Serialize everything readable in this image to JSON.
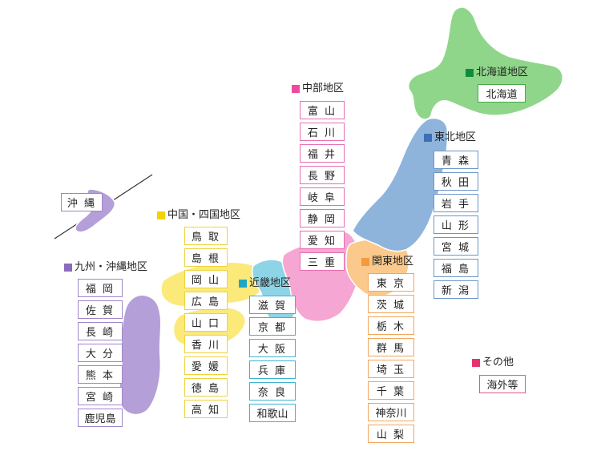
{
  "regions": {
    "hokkaido": {
      "label": "北海道地区",
      "color": "#0e8c3c",
      "fill": "#8fd68a",
      "border": "#49a84a",
      "prefs": [
        "北海道"
      ]
    },
    "tohoku": {
      "label": "東北地区",
      "color": "#3b6fb6",
      "fill": "#8fb4dc",
      "border": "#6c96c9",
      "prefs": [
        "青 森",
        "秋 田",
        "岩 手",
        "山 形",
        "宮 城",
        "福 島",
        "新 潟"
      ]
    },
    "chubu": {
      "label": "中部地区",
      "color": "#ee4b9c",
      "fill": "#f6a6d2",
      "border": "#e66fb2",
      "prefs": [
        "富 山",
        "石 川",
        "福 井",
        "長 野",
        "岐 阜",
        "静 岡",
        "愛 知",
        "三 重"
      ]
    },
    "kanto": {
      "label": "関東地区",
      "color": "#f39a3c",
      "fill": "#fbc98c",
      "border": "#f2a65b",
      "prefs": [
        "東 京",
        "茨 城",
        "栃 木",
        "群 馬",
        "埼 玉",
        "千 葉",
        "神奈川",
        "山 梨"
      ]
    },
    "kinki": {
      "label": "近畿地区",
      "color": "#1fa6c6",
      "fill": "#8dd4e6",
      "border": "#3fb2cf",
      "prefs": [
        "滋 賀",
        "京 都",
        "大 阪",
        "兵 庫",
        "奈 良",
        "和歌山"
      ]
    },
    "chugoku": {
      "label": "中国・四国地区",
      "color": "#f3d200",
      "fill": "#fbe97a",
      "border": "#eed23f",
      "prefs": [
        "鳥 取",
        "島 根",
        "岡 山",
        "広 島",
        "山 口",
        "香 川",
        "愛 媛",
        "徳 島",
        "高 知"
      ]
    },
    "kyushu": {
      "label": "九州・沖縄地区",
      "color": "#8a6bbd",
      "fill": "#b59fd8",
      "border": "#9f86c8",
      "prefs": [
        "福 岡",
        "佐 賀",
        "長 崎",
        "大 分",
        "熊 本",
        "宮 崎",
        "鹿児島"
      ]
    },
    "okinawa": {
      "prefs": [
        "沖 縄"
      ]
    },
    "other": {
      "label": "その他",
      "color": "#e2356f",
      "border": "#e8558a",
      "prefs": [
        "海外等"
      ]
    }
  }
}
